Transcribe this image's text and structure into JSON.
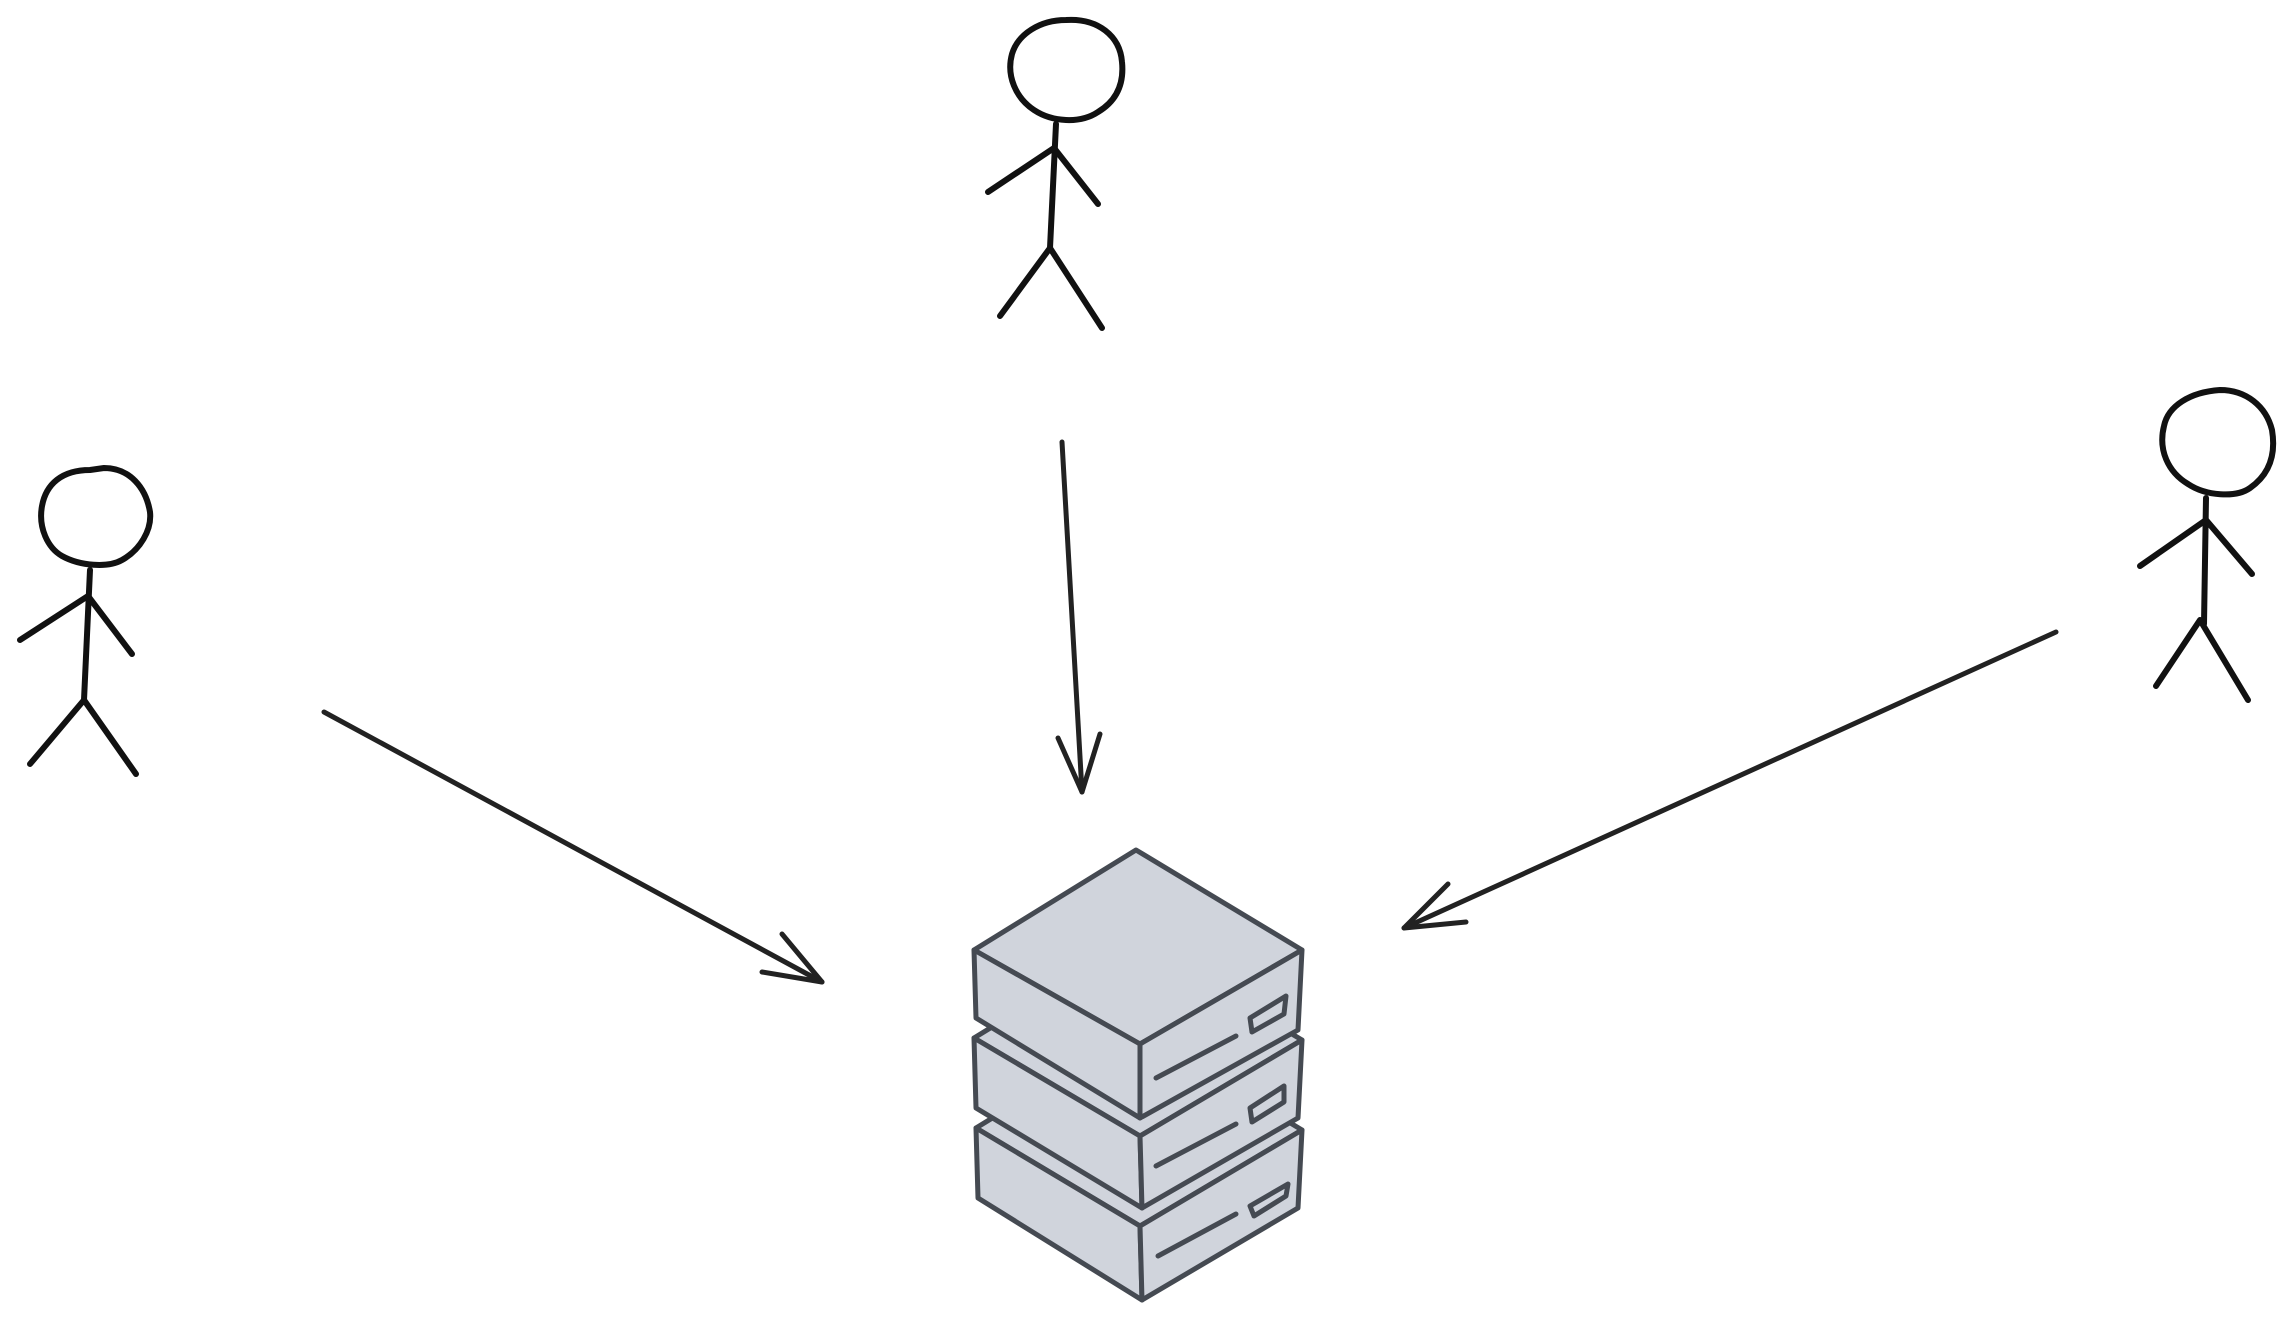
{
  "diagram": {
    "kind": "clients-to-server",
    "colors": {
      "background": "#ffffff",
      "figure_stroke": "#111111",
      "arrow_stroke": "#222222",
      "server_fill": "#d0d4dc",
      "server_stroke": "#454a52"
    },
    "nodes": [
      {
        "id": "user-left",
        "type": "stick-figure"
      },
      {
        "id": "user-top",
        "type": "stick-figure"
      },
      {
        "id": "user-right",
        "type": "stick-figure"
      },
      {
        "id": "server-stack",
        "type": "server",
        "units": 3
      }
    ],
    "edges": [
      {
        "from": "user-left",
        "to": "server-stack"
      },
      {
        "from": "user-top",
        "to": "server-stack"
      },
      {
        "from": "user-right",
        "to": "server-stack"
      }
    ]
  }
}
